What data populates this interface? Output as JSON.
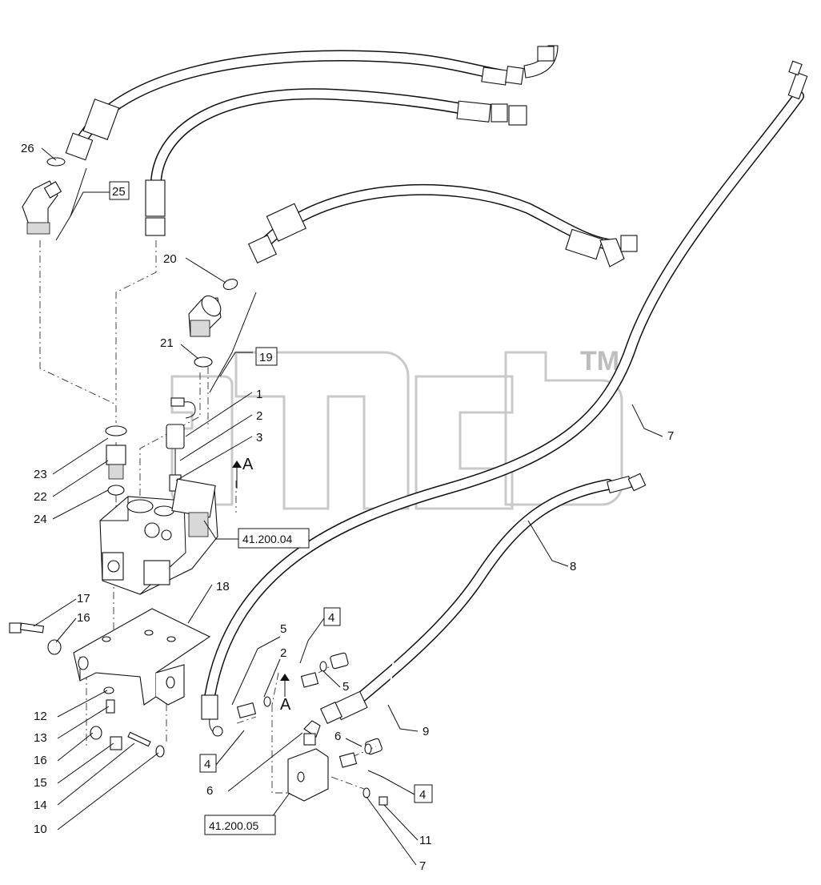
{
  "watermark": {
    "trademark": "TM"
  },
  "callouts": [
    {
      "id": "c26",
      "text": "26"
    },
    {
      "id": "c25",
      "text": "25",
      "boxed": true
    },
    {
      "id": "c20",
      "text": "20"
    },
    {
      "id": "c21",
      "text": "21"
    },
    {
      "id": "c19",
      "text": "19",
      "boxed": true
    },
    {
      "id": "c1",
      "text": "1"
    },
    {
      "id": "c2a",
      "text": "2"
    },
    {
      "id": "c3",
      "text": "3"
    },
    {
      "id": "c23",
      "text": "23"
    },
    {
      "id": "c22",
      "text": "22"
    },
    {
      "id": "c24",
      "text": "24"
    },
    {
      "id": "c7a",
      "text": "7"
    },
    {
      "id": "c8",
      "text": "8"
    },
    {
      "id": "c18",
      "text": "18"
    },
    {
      "id": "c17",
      "text": "17"
    },
    {
      "id": "c16a",
      "text": "16"
    },
    {
      "id": "c5a",
      "text": "5"
    },
    {
      "id": "c2b",
      "text": "2"
    },
    {
      "id": "c4a",
      "text": "4",
      "boxed": true
    },
    {
      "id": "c5b",
      "text": "5"
    },
    {
      "id": "c12",
      "text": "12"
    },
    {
      "id": "c13",
      "text": "13"
    },
    {
      "id": "c16b",
      "text": "16"
    },
    {
      "id": "c15",
      "text": "15"
    },
    {
      "id": "c14",
      "text": "14"
    },
    {
      "id": "c10",
      "text": "10"
    },
    {
      "id": "c4b",
      "text": "4",
      "boxed": true
    },
    {
      "id": "c6a",
      "text": "6"
    },
    {
      "id": "c6b",
      "text": "6"
    },
    {
      "id": "c9",
      "text": "9"
    },
    {
      "id": "c4c",
      "text": "4",
      "boxed": true
    },
    {
      "id": "c11",
      "text": "11"
    },
    {
      "id": "c7b",
      "text": "7"
    }
  ],
  "references": [
    {
      "id": "ref1",
      "text": "41.200.04"
    },
    {
      "id": "ref2",
      "text": "41.200.05"
    }
  ],
  "view_markers": [
    {
      "id": "vA1",
      "text": "A"
    },
    {
      "id": "vA2",
      "text": "A"
    }
  ]
}
